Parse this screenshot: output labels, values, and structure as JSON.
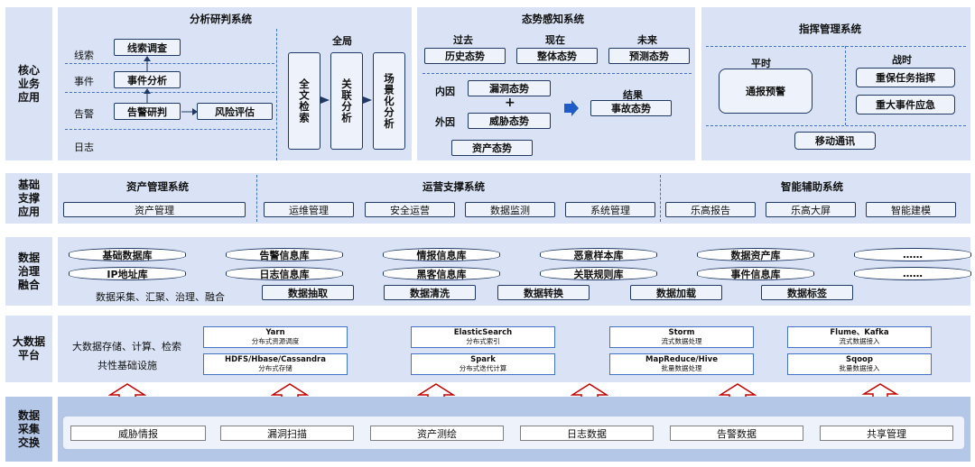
{
  "layers": {
    "core": "核心\n业务\n应用",
    "basic": "基础\n支撑\n应用",
    "governance": "数据\n治理\n融合",
    "bigdata": "大数据\n平台",
    "collect": "数据\n采集\n交换"
  },
  "analysis": {
    "title": "分析研判系统",
    "rows": [
      "线索",
      "事件",
      "告警",
      "日志"
    ],
    "clue_box": "线索调查",
    "event_box": "事件分析",
    "alarm_box": "告警研判",
    "risk_box": "风险评估",
    "global_label": "全局",
    "vertical": [
      "全文检索",
      "关联分析",
      "场景化分析"
    ]
  },
  "situation": {
    "title": "态势感知系统",
    "past": "过去",
    "now": "现在",
    "future": "未来",
    "history": "历史态势",
    "overall": "整体态势",
    "predict": "预测态势",
    "internal": "内因",
    "external": "外因",
    "vuln": "漏洞态势",
    "threat": "威胁态势",
    "plus": "+",
    "result": "结果",
    "incident": "事故态势",
    "asset": "资产态势"
  },
  "command": {
    "title": "指挥管理系统",
    "peace": "平时",
    "war": "战时",
    "report": "通报预警",
    "guard": "重保任务指挥",
    "emergency": "重大事件应急",
    "mobile": "移动通讯"
  },
  "support": {
    "asset_sys": "资产管理系统",
    "ops_sys": "运营支撑系统",
    "smart_sys": "智能辅助系统",
    "boxes": [
      "资产管理",
      "运维管理",
      "安全运营",
      "数据监测",
      "系统管理",
      "乐高报告",
      "乐高大屏",
      "智能建模"
    ]
  },
  "governance": {
    "db_top": [
      "基础数据库",
      "告警信息库",
      "情报信息库",
      "恶意样本库",
      "数据资产库",
      "……"
    ],
    "db_bottom": [
      "IP地址库",
      "日志信息库",
      "黑客信息库",
      "关联规则库",
      "事件信息库",
      "……"
    ],
    "note": "数据采集、汇聚、治理、融合",
    "steps": [
      "数据抽取",
      "数据清洗",
      "数据转换",
      "数据加载",
      "数据标签"
    ]
  },
  "bigdata": {
    "line1": "大数据存储、计算、检索",
    "line2": "共性基础设施",
    "top": [
      {
        "a": "Yarn",
        "b": "分布式资源调度"
      },
      {
        "a": "ElasticSearch",
        "b": "分布式索引"
      },
      {
        "a": "Storm",
        "b": "流式数据处理"
      },
      {
        "a": "Flume、Kafka",
        "b": "流式数据接入"
      }
    ],
    "bottom": [
      {
        "a": "HDFS/Hbase/Cassandra",
        "b": "分布式存储"
      },
      {
        "a": "Spark",
        "b": "分布式迭代计算"
      },
      {
        "a": "MapReduce/Hive",
        "b": "批量数据处理"
      },
      {
        "a": "Sqoop",
        "b": "批量数据接入"
      }
    ]
  },
  "collect": {
    "sources": [
      "威胁情报",
      "漏洞扫描",
      "资产测绘",
      "日志数据",
      "告警数据",
      "共享管理"
    ]
  },
  "colors": {
    "panel": "#d9e3f5",
    "box_border": "#1f3864",
    "dash": "#4472c4",
    "arrow": "#c00000"
  }
}
